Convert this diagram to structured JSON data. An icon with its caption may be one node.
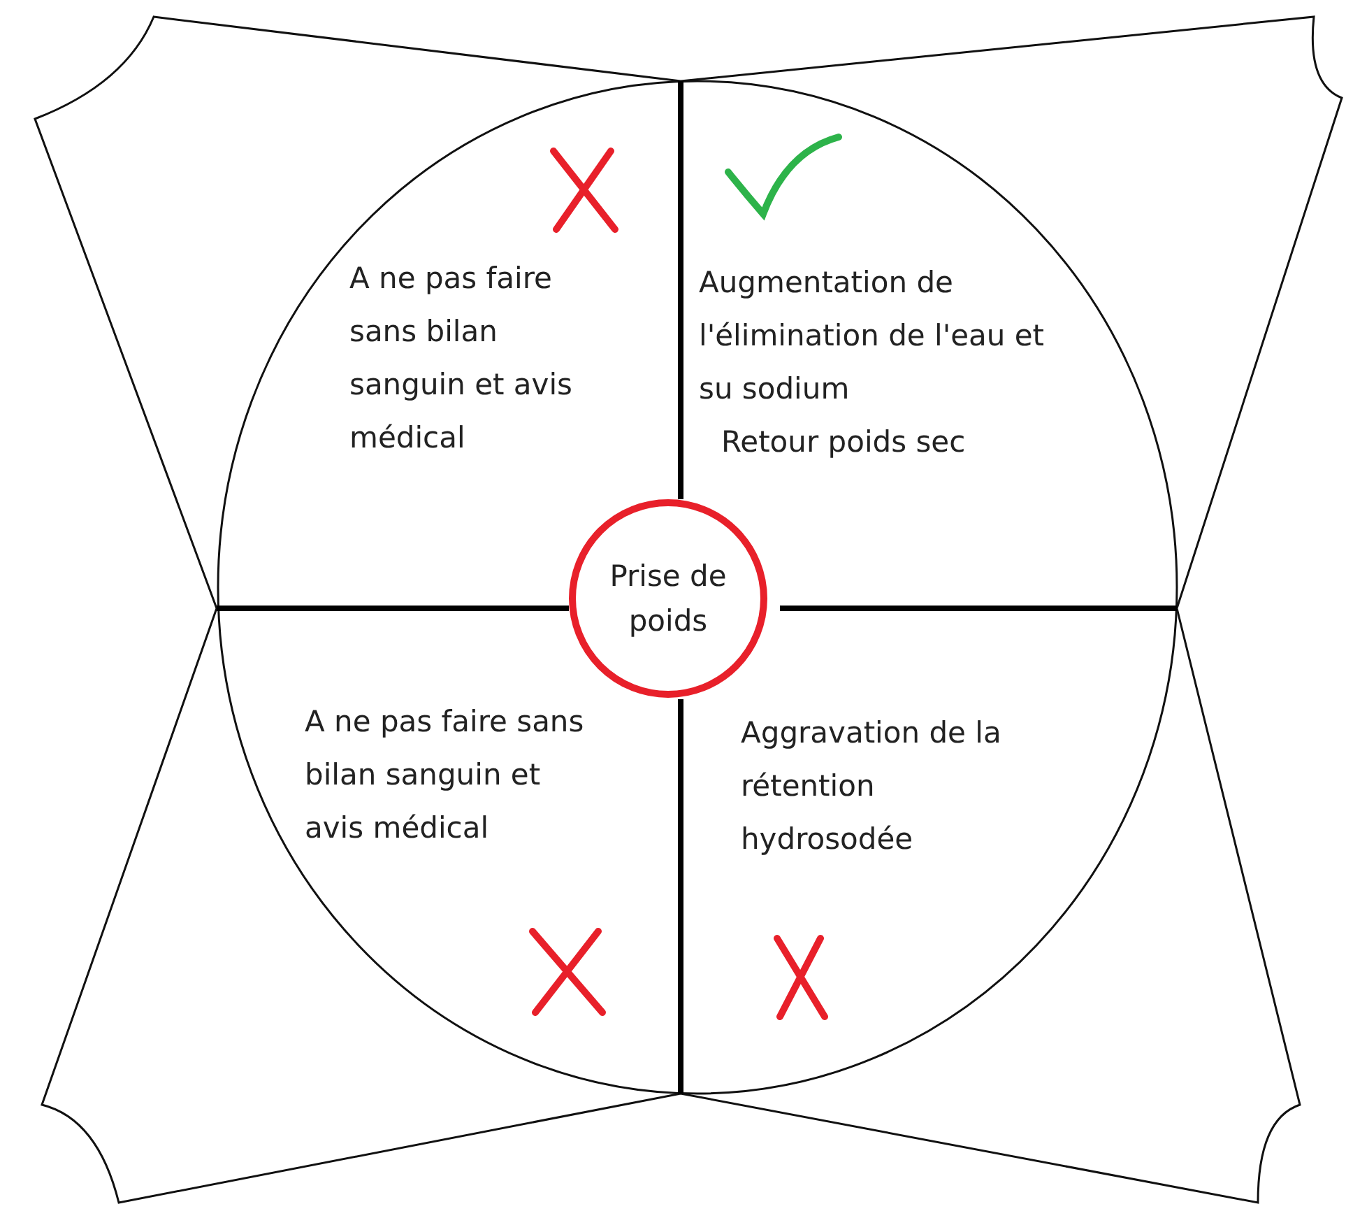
{
  "diagram": {
    "nodes": [
      {
        "text": [
          "A ne pas faire sans bilan sanguin et avis médical"
        ]
      },
      {
        "text": [
          "Augmentation de l'élimination de l'eau et su sodium",
          "Retour poids sec"
        ]
      },
      {
        "text": [
          "Prise de poids"
        ]
      },
      {
        "text": [
          "A ne pas faire sans bilan sanguin et avis médical"
        ]
      },
      {
        "text": [
          "Aggravation de la rétention hydrosodée"
        ]
      }
    ]
  }
}
